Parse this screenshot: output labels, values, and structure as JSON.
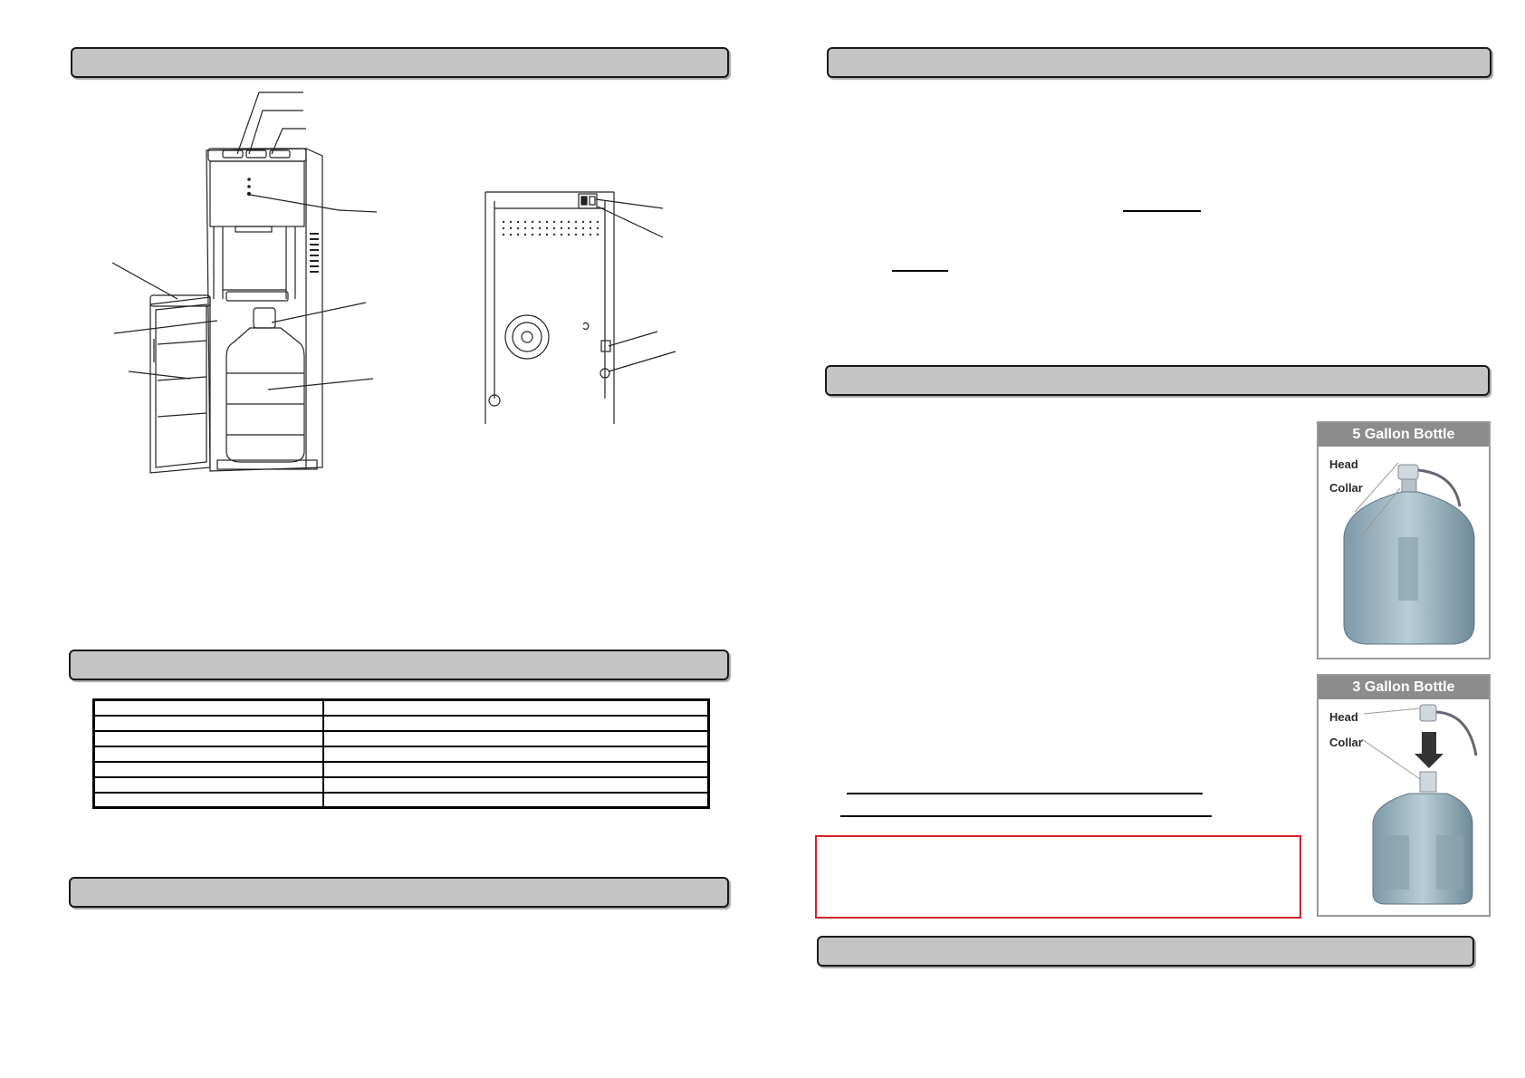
{
  "five_gallon": {
    "title": "5 Gallon Bottle",
    "head_label": "Head",
    "collar_label": "Collar"
  },
  "three_gallon": {
    "title": "3 Gallon Bottle",
    "head_label": "Head",
    "collar_label": "Collar"
  },
  "spec_table": {
    "rows": [
      [
        "",
        ""
      ],
      [
        "",
        ""
      ],
      [
        "",
        ""
      ],
      [
        "",
        ""
      ],
      [
        "",
        ""
      ],
      [
        "",
        ""
      ],
      [
        "",
        ""
      ]
    ]
  }
}
